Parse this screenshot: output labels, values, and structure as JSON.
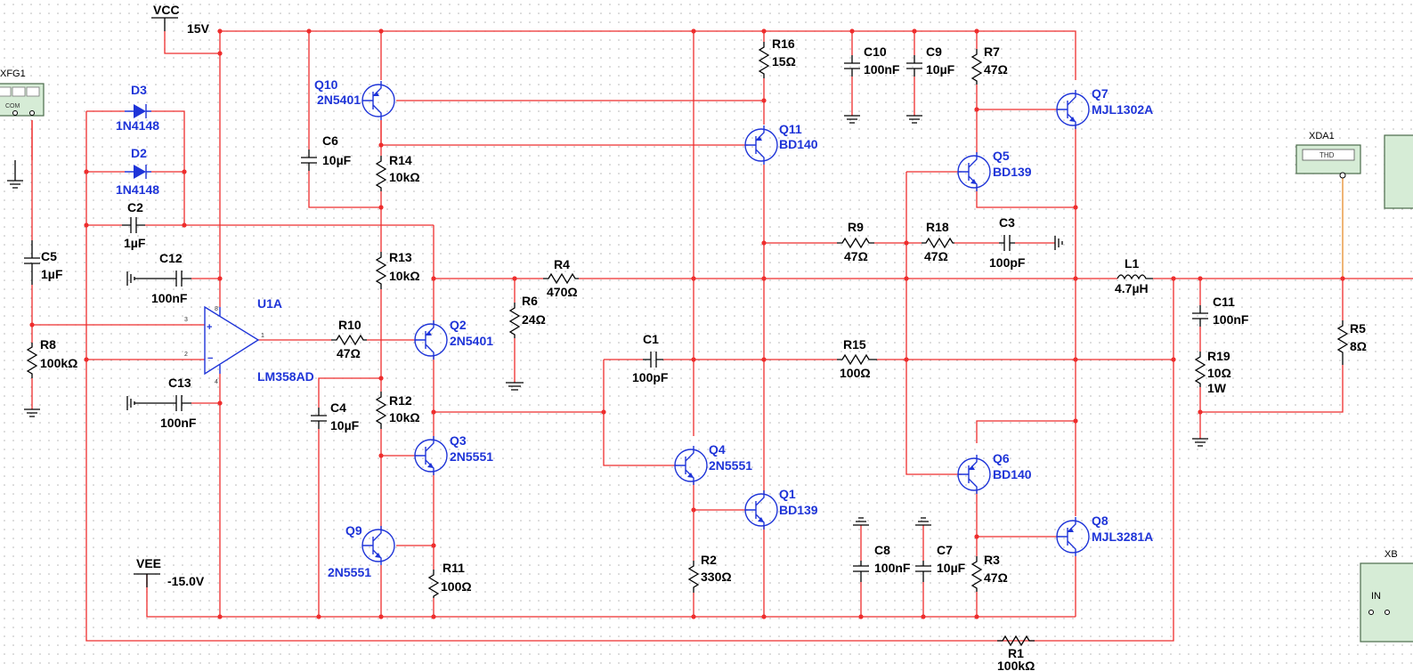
{
  "supplies": {
    "vcc": {
      "name": "VCC",
      "value": "15V"
    },
    "vee": {
      "name": "VEE",
      "value": "-15.0V"
    }
  },
  "instruments": {
    "xfg1": {
      "name": "XFG1",
      "com_label": "COM"
    },
    "xda1": {
      "name": "XDA1",
      "screen": "THD"
    },
    "xb": {
      "name": "XB",
      "in_label": "IN"
    }
  },
  "components": {
    "D3": {
      "ref": "D3",
      "value": "1N4148"
    },
    "D2": {
      "ref": "D2",
      "value": "1N4148"
    },
    "C2": {
      "ref": "C2",
      "value": "1µF"
    },
    "C5": {
      "ref": "C5",
      "value": "1µF"
    },
    "C12": {
      "ref": "C12",
      "value": "100nF"
    },
    "C13": {
      "ref": "C13",
      "value": "100nF"
    },
    "R8": {
      "ref": "R8",
      "value": "100kΩ"
    },
    "U1A": {
      "ref": "U1A",
      "value": "LM358AD",
      "pins": [
        "3",
        "2",
        "1",
        "8",
        "4"
      ]
    },
    "R10": {
      "ref": "R10",
      "value": "47Ω"
    },
    "C4": {
      "ref": "C4",
      "value": "10µF"
    },
    "C6": {
      "ref": "C6",
      "value": "10µF"
    },
    "Q10": {
      "ref": "Q10",
      "value": "2N5401"
    },
    "R14": {
      "ref": "R14",
      "value": "10kΩ"
    },
    "R13": {
      "ref": "R13",
      "value": "10kΩ"
    },
    "R12": {
      "ref": "R12",
      "value": "10kΩ"
    },
    "Q2": {
      "ref": "Q2",
      "value": "2N5401"
    },
    "Q3": {
      "ref": "Q3",
      "value": "2N5551"
    },
    "Q9": {
      "ref": "Q9",
      "value": "2N5551"
    },
    "R11": {
      "ref": "R11",
      "value": "100Ω"
    },
    "R6": {
      "ref": "R6",
      "value": "24Ω"
    },
    "R4": {
      "ref": "R4",
      "value": "470Ω"
    },
    "C1": {
      "ref": "C1",
      "value": "100pF"
    },
    "Q4": {
      "ref": "Q4",
      "value": "2N5551"
    },
    "R2": {
      "ref": "R2",
      "value": "330Ω"
    },
    "Q1": {
      "ref": "Q1",
      "value": "BD139"
    },
    "R16": {
      "ref": "R16",
      "value": "15Ω"
    },
    "Q11": {
      "ref": "Q11",
      "value": "BD140"
    },
    "C10": {
      "ref": "C10",
      "value": "100nF"
    },
    "C9": {
      "ref": "C9",
      "value": "10µF"
    },
    "R7": {
      "ref": "R7",
      "value": "47Ω"
    },
    "Q7": {
      "ref": "Q7",
      "value": "MJL1302A"
    },
    "Q5": {
      "ref": "Q5",
      "value": "BD139"
    },
    "R9": {
      "ref": "R9",
      "value": "47Ω"
    },
    "R18": {
      "ref": "R18",
      "value": "47Ω"
    },
    "C3": {
      "ref": "C3",
      "value": "100pF"
    },
    "R15": {
      "ref": "R15",
      "value": "100Ω"
    },
    "Q6": {
      "ref": "Q6",
      "value": "BD140"
    },
    "Q8": {
      "ref": "Q8",
      "value": "MJL3281A"
    },
    "C8": {
      "ref": "C8",
      "value": "100nF"
    },
    "C7": {
      "ref": "C7",
      "value": "10µF"
    },
    "R3": {
      "ref": "R3",
      "value": "47Ω"
    },
    "L1": {
      "ref": "L1",
      "value": "4.7µH"
    },
    "C11": {
      "ref": "C11",
      "value": "100nF"
    },
    "R19": {
      "ref": "R19",
      "value": "10Ω",
      "power": "1W"
    },
    "R5": {
      "ref": "R5",
      "value": "8Ω"
    },
    "R1": {
      "ref": "R1",
      "value": "100kΩ"
    }
  }
}
